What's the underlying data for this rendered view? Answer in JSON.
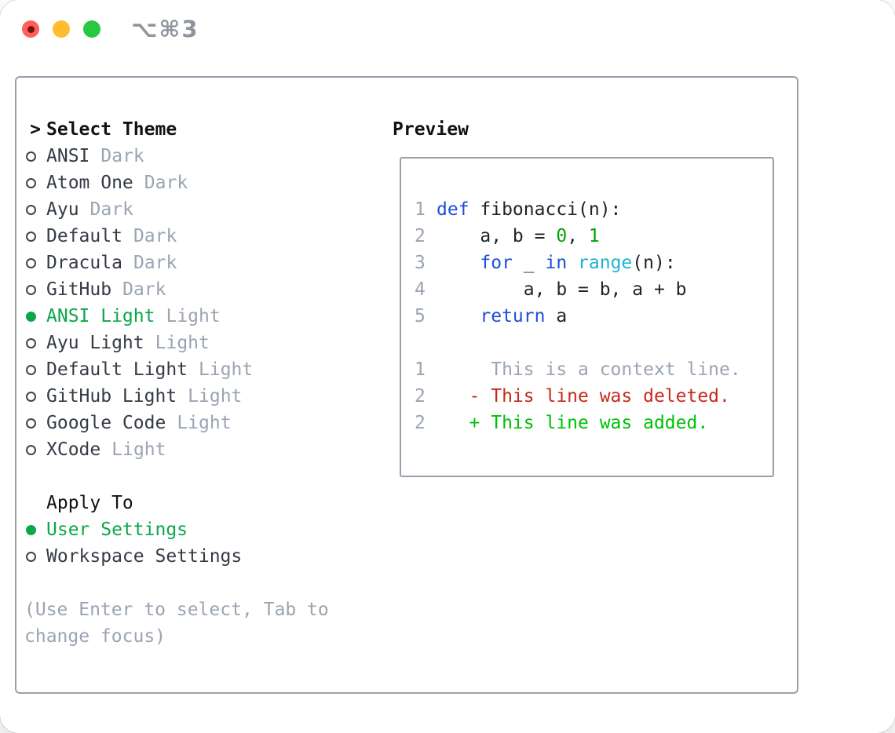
{
  "titlebar": {
    "shortcut": "⌥⌘3"
  },
  "theme_selector": {
    "prompt": ">",
    "header": "Select Theme",
    "themes": [
      {
        "name": "ANSI",
        "tag": "Dark",
        "selected": false
      },
      {
        "name": "Atom One",
        "tag": "Dark",
        "selected": false
      },
      {
        "name": "Ayu",
        "tag": "Dark",
        "selected": false
      },
      {
        "name": "Default",
        "tag": "Dark",
        "selected": false
      },
      {
        "name": "Dracula",
        "tag": "Dark",
        "selected": false
      },
      {
        "name": "GitHub",
        "tag": "Dark",
        "selected": false
      },
      {
        "name": "ANSI Light",
        "tag": "Light",
        "selected": true
      },
      {
        "name": "Ayu Light",
        "tag": "Light",
        "selected": false
      },
      {
        "name": "Default Light",
        "tag": "Light",
        "selected": false
      },
      {
        "name": "GitHub Light",
        "tag": "Light",
        "selected": false
      },
      {
        "name": "Google Code",
        "tag": "Light",
        "selected": false
      },
      {
        "name": "XCode",
        "tag": "Light",
        "selected": false
      }
    ],
    "apply_to": {
      "header": "Apply To",
      "options": [
        {
          "name": "User Settings",
          "selected": true
        },
        {
          "name": "Workspace Settings",
          "selected": false
        }
      ]
    },
    "hint": {
      "line1": "(Use Enter to select, Tab to",
      "line2": "change focus)"
    }
  },
  "preview": {
    "header": "Preview",
    "lines": [
      {
        "n": "1",
        "segs": [
          {
            "c": "kw",
            "t": "def"
          },
          {
            "c": "fg",
            "t": " fibonacci(n):"
          }
        ]
      },
      {
        "n": "2",
        "segs": [
          {
            "c": "fg",
            "t": "    a, b = "
          },
          {
            "c": "grn",
            "t": "0"
          },
          {
            "c": "fg",
            "t": ", "
          },
          {
            "c": "grn",
            "t": "1"
          }
        ]
      },
      {
        "n": "3",
        "segs": [
          {
            "c": "fg",
            "t": "    "
          },
          {
            "c": "kw",
            "t": "for"
          },
          {
            "c": "fg",
            "t": " _ "
          },
          {
            "c": "kw",
            "t": "in"
          },
          {
            "c": "fg",
            "t": " "
          },
          {
            "c": "cyan",
            "t": "range"
          },
          {
            "c": "fg",
            "t": "(n):"
          }
        ]
      },
      {
        "n": "4",
        "segs": [
          {
            "c": "fg",
            "t": "        a, b = b, a + b"
          }
        ]
      },
      {
        "n": "5",
        "segs": [
          {
            "c": "fg",
            "t": "    "
          },
          {
            "c": "kw",
            "t": "return"
          },
          {
            "c": "fg",
            "t": " a"
          }
        ]
      },
      {
        "n": "",
        "segs": []
      },
      {
        "n": "1",
        "segs": [
          {
            "c": "ctx",
            "t": "     This is a context line."
          }
        ]
      },
      {
        "n": "2",
        "segs": [
          {
            "c": "del",
            "t": "   - This line was deleted."
          }
        ]
      },
      {
        "n": "2",
        "segs": [
          {
            "c": "add",
            "t": "   + This line was added."
          }
        ]
      }
    ]
  },
  "colors": {
    "accent-green": "#0ca74a",
    "added-green": "#00c005",
    "deleted-red": "#c52a1a",
    "keyword-blue": "#1e4fd8",
    "builtin-cyan": "#1cb5d1",
    "number-green": "#00a400",
    "code-fg": "#1e2329",
    "muted-gray": "#9aa4b2",
    "text-dark": "#343b45",
    "heading-black": "#101214",
    "panel-border": "#98a1ab",
    "traffic-red": "#ff5f57",
    "traffic-yellow": "#febc2e",
    "traffic-green": "#28c840",
    "titlebar-gray": "#8e959e"
  }
}
